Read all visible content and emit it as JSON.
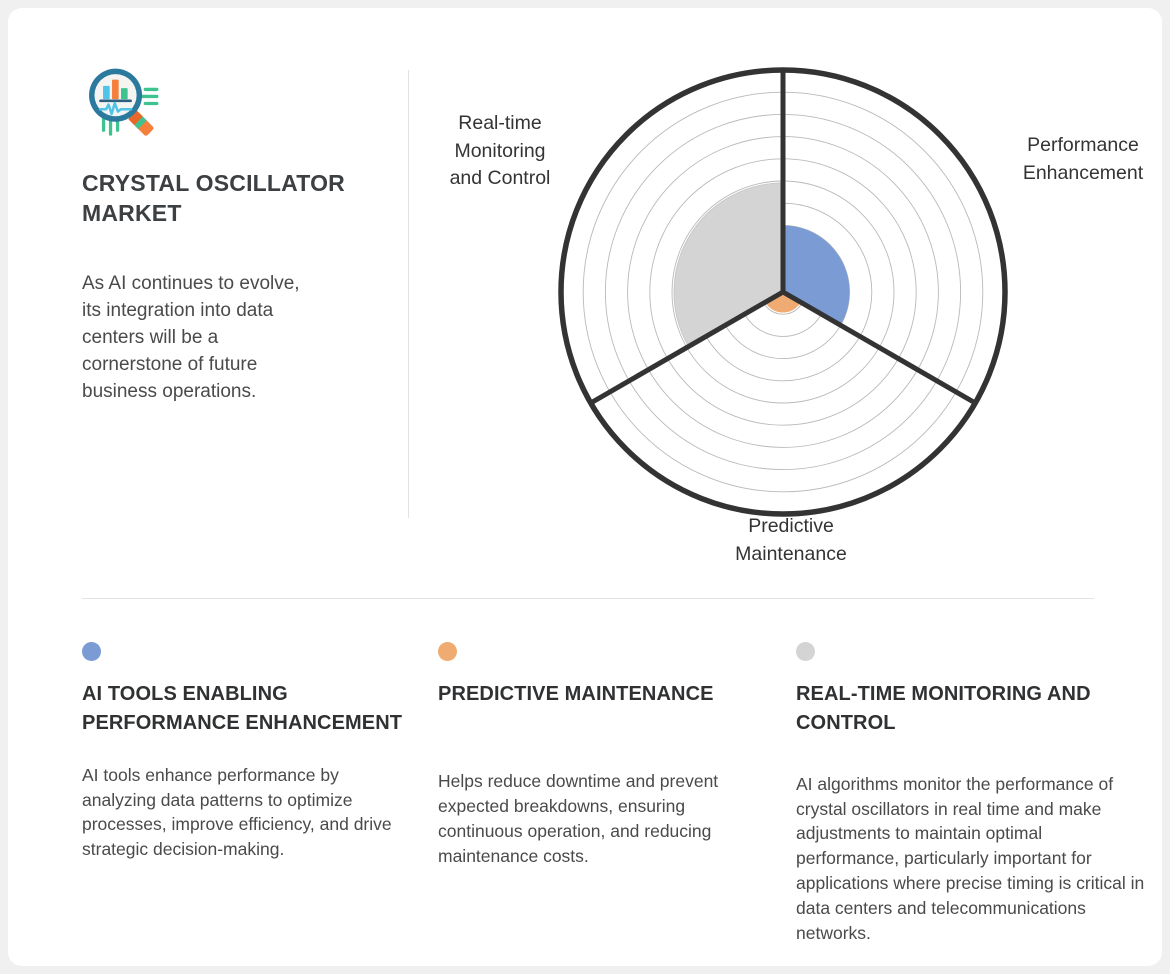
{
  "brand": {
    "icon_name": "analytics-magnifier-icon",
    "title": "CRYSTAL OSCILLATOR MARKET",
    "body": "As AI continues to evolve, its integration into data centers will be a cornerstone of future business operations."
  },
  "chart_data": {
    "type": "pie",
    "subtype": "polar-area-rose",
    "title": "",
    "categories": [
      "Performance Enhancement",
      "Predictive Maintenance",
      "Real-time Monitoring and Control"
    ],
    "values": [
      66,
      20,
      109
    ],
    "value_unit": "radius-px",
    "rmax": 222,
    "colors": [
      "#7a9bd4",
      "#f0ab72",
      "#d4d4d4"
    ],
    "grid": true,
    "grid_rings": 10,
    "sector_count": 3,
    "legend": "bottom",
    "axis_labels": [
      {
        "id": "performance",
        "text": "Performance\nEnhancement"
      },
      {
        "id": "predictive",
        "text": "Predictive\nMaintenance"
      },
      {
        "id": "realtime",
        "text": "Real-time\nMonitoring\nand Control"
      }
    ]
  },
  "legend": {
    "items": [
      {
        "color": "#7a9bd4",
        "heading": "AI TOOLS ENABLING PERFORMANCE ENHANCEMENT",
        "body": "AI tools enhance performance by analyzing data patterns to optimize processes, improve efficiency, and drive strategic decision-making."
      },
      {
        "color": "#f0ab72",
        "heading": "PREDICTIVE MAINTENANCE",
        "body": "Helps reduce downtime and prevent expected breakdowns, ensuring continuous operation, and reducing maintenance costs."
      },
      {
        "color": "#d4d4d4",
        "heading": "REAL-TIME MONITORING AND CONTROL",
        "body": "AI algorithms monitor the performance of crystal oscillators in real time and make adjustments to maintain optimal performance, particularly important for applications where precise timing is critical in data centers and telecommunications networks."
      }
    ]
  }
}
